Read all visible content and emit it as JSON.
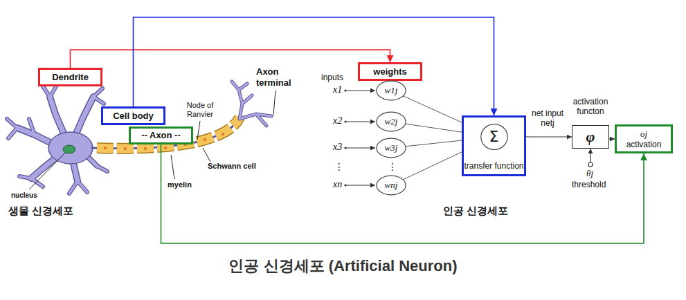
{
  "diagram": {
    "caption": "인공 신경세포 (Artificial Neuron)",
    "nodes": [
      {
        "text": [
          "Dendrite"
        ]
      },
      {
        "text": [
          "Cell body"
        ]
      },
      {
        "text": [
          "-- Axon --"
        ]
      },
      {
        "text": [
          "weights"
        ]
      },
      {
        "text": [
          "w1j"
        ]
      },
      {
        "text": [
          "w2j"
        ]
      },
      {
        "text": [
          "w3j"
        ]
      },
      {
        "text": [
          "wnj"
        ]
      },
      {
        "text": [
          "transfer function"
        ]
      },
      {
        "text": [
          "Σ"
        ],
        "in": 8
      },
      {
        "text": [
          "φ"
        ]
      },
      {
        "text": [
          "oj",
          "activation"
        ]
      }
    ],
    "edges": [
      {
        "from": 0,
        "to": 3,
        "arrow": "to"
      },
      {
        "from": 1,
        "to": 8,
        "arrow": "to"
      },
      {
        "from": 2,
        "to": 11,
        "arrow": "to"
      },
      {
        "from": 4,
        "to": 9,
        "arrow": "to"
      },
      {
        "from": 5,
        "to": 9,
        "arrow": "to"
      },
      {
        "from": 6,
        "to": 9,
        "arrow": "to"
      },
      {
        "from": 7,
        "to": 9,
        "arrow": "to"
      },
      {
        "from": 8,
        "to": 10,
        "label": "net input netj",
        "arrow": "to"
      },
      {
        "from": 10,
        "to": 11,
        "arrow": "to"
      }
    ],
    "labels": [
      "Axon terminal",
      "Node of Ranvier",
      "Schwann cell",
      "myelin",
      "nucleus",
      "생물 신경세포",
      "inputs",
      "x1",
      "x2",
      "x3",
      "⋮",
      "xn",
      "⋮",
      "activation functon",
      "θj",
      "threshold",
      "인공 신경세포"
    ]
  }
}
